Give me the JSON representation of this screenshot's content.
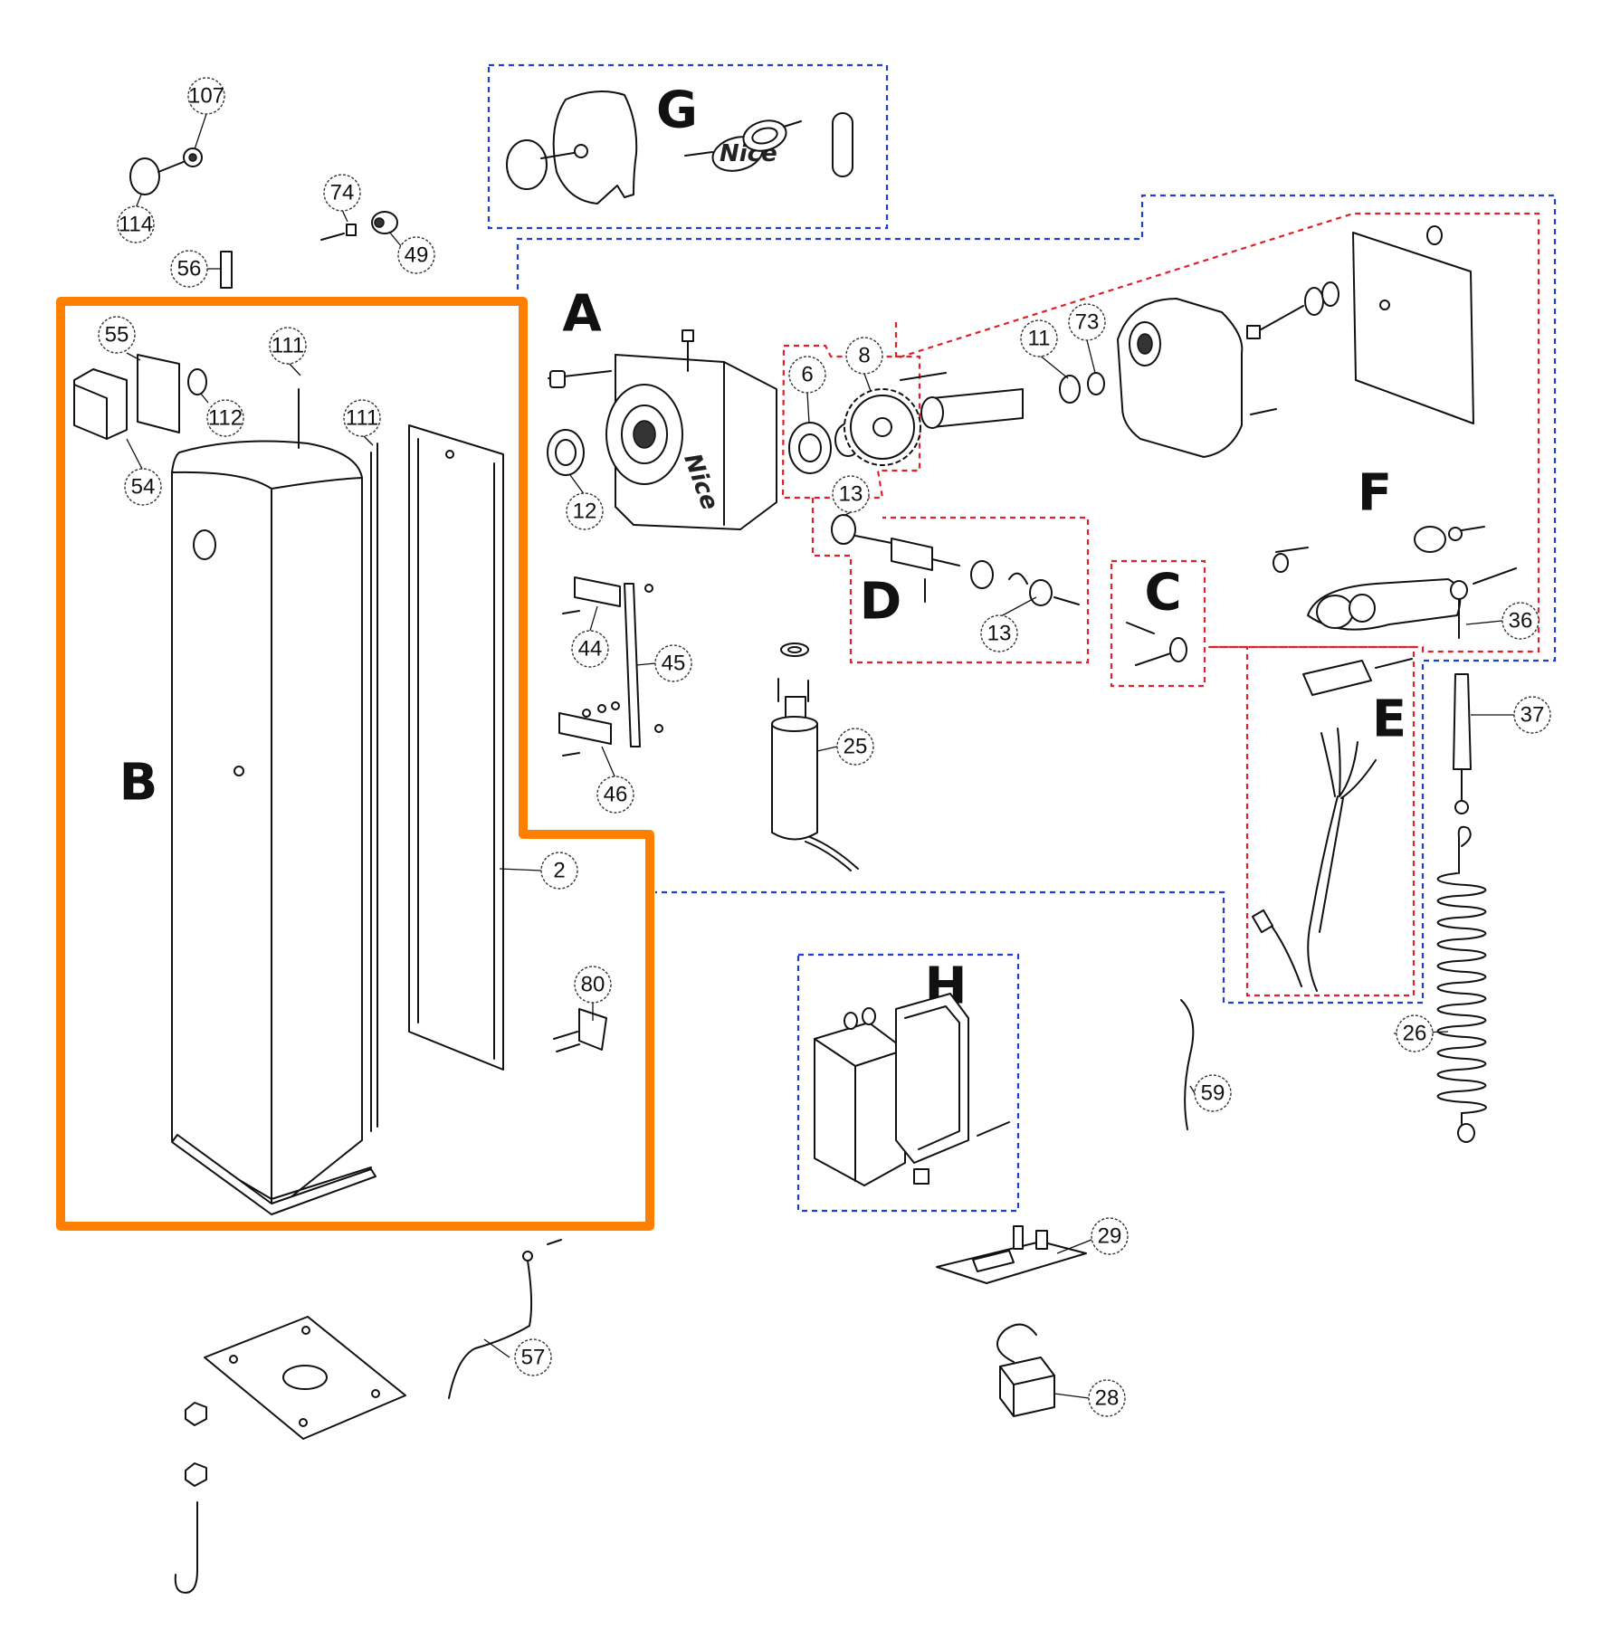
{
  "colors": {
    "group_b_outline": "#ff8000",
    "blue_dashed_group": "#1f3fd0",
    "red_dashed_group": "#e0202a",
    "line_art": "#111111"
  },
  "group_labels": {
    "A": "A",
    "B": "B",
    "C": "C",
    "D": "D",
    "E": "E",
    "F": "F",
    "G": "G",
    "H": "H"
  },
  "brand": "Nice",
  "callouts": {
    "c107": "107",
    "c114": "114",
    "c74": "74",
    "c49": "49",
    "c56": "56",
    "c55": "55",
    "c112": "112",
    "c54": "54",
    "c111a": "111",
    "c111b": "111",
    "c2": "2",
    "c80": "80",
    "c12": "12",
    "c6": "6",
    "c8": "8",
    "c11": "11",
    "c73": "73",
    "c13a": "13",
    "c13b": "13",
    "c44": "44",
    "c45": "45",
    "c46": "46",
    "c25": "25",
    "c36": "36",
    "c37": "37",
    "c26": "26",
    "c59": "59",
    "c29": "29",
    "c28": "28",
    "c57": "57"
  }
}
